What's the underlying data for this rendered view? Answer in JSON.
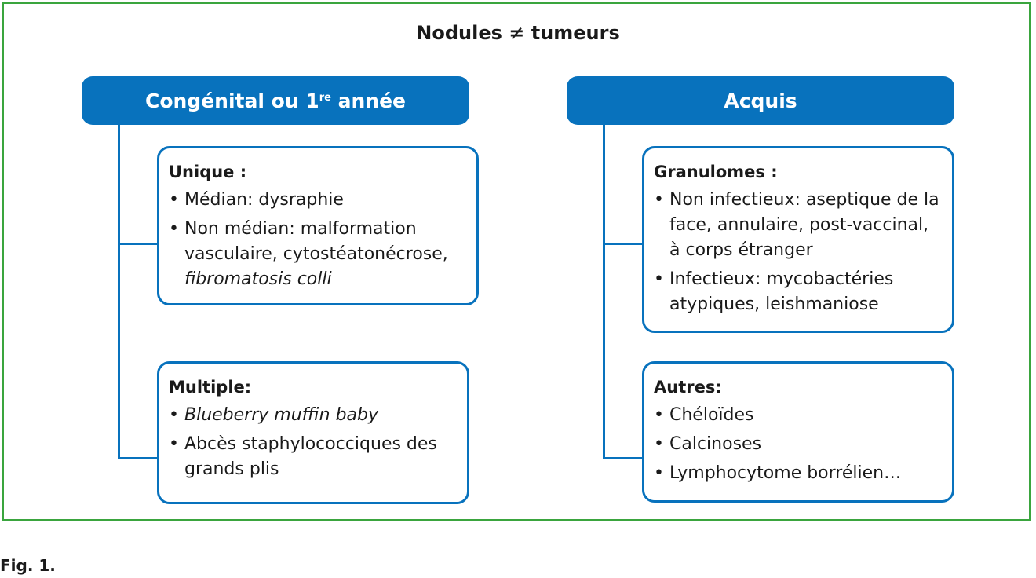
{
  "title": "Nodules ≠ tumeurs",
  "left_column": {
    "header": {
      "main": "Congénital ou 1",
      "sup": "re",
      "tail": " année"
    },
    "boxes": [
      {
        "title": "Unique :",
        "items": [
          {
            "text": "Médian: dysraphie"
          },
          {
            "text": "Non médian: malformation vasculaire, cytostéatonécrose,",
            "italic_tail": "fibromatosis colli"
          }
        ]
      },
      {
        "title": "Multiple:",
        "items": [
          {
            "italic": "Blueberry muffin baby"
          },
          {
            "text": "Abcès staphylococciques des grands plis"
          }
        ]
      }
    ]
  },
  "right_column": {
    "header": "Acquis",
    "boxes": [
      {
        "title": "Granulomes :",
        "items": [
          {
            "text": "Non infectieux: aseptique de la face, annulaire, post-vaccinal, à corps étranger"
          },
          {
            "text": "Infectieux: mycobactéries atypiques, leishmaniose"
          }
        ]
      },
      {
        "title": "Autres:",
        "items": [
          {
            "text": "Chéloïdes"
          },
          {
            "text": "Calcinoses"
          },
          {
            "text": "Lymphocytome borrélien…"
          }
        ]
      }
    ]
  },
  "caption": "Fig. 1.",
  "colors": {
    "accent_blue": "#0872bd",
    "frame_green": "#3aa53e"
  }
}
